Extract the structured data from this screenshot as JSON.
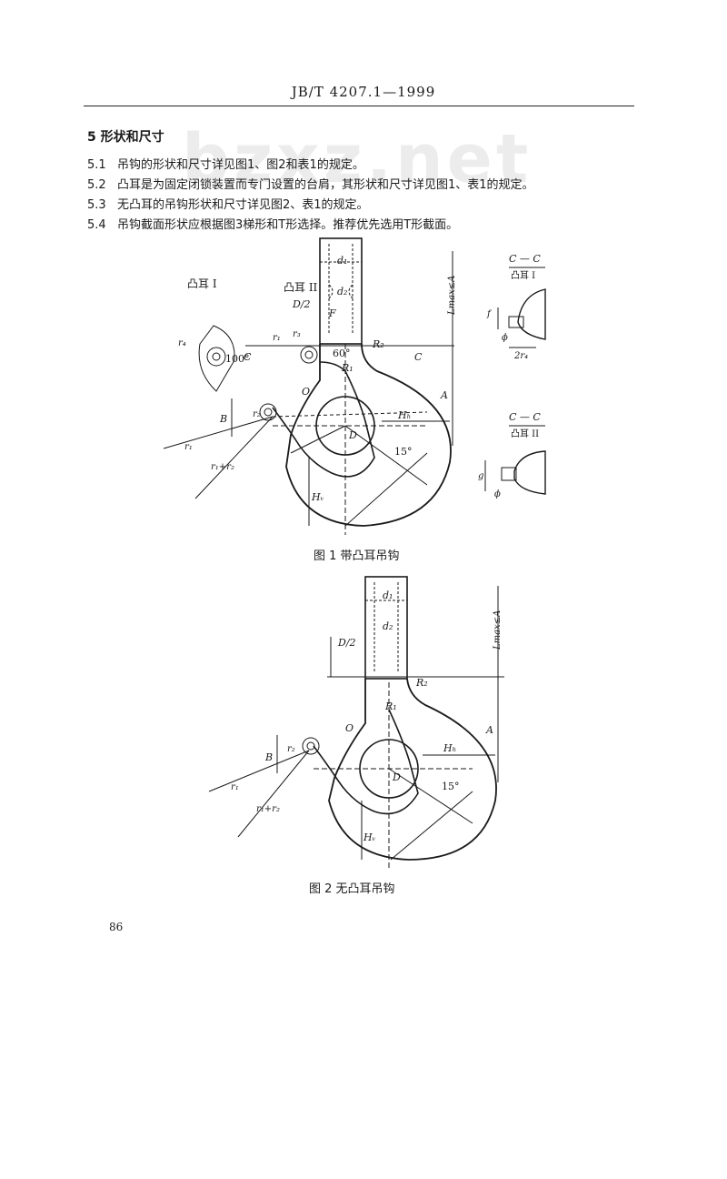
{
  "header": {
    "standard_no": "JB/T 4207.1—1999"
  },
  "watermark": "bzxz.net",
  "section": {
    "title": "5  形状和尺寸"
  },
  "clauses": [
    {
      "num": "5.1",
      "text": "吊钩的形状和尺寸详见图1、图2和表1的规定。"
    },
    {
      "num": "5.2",
      "text": "凸耳是为固定闭锁装置而专门设置的台肩，其形状和尺寸详见图1、表1的规定。"
    },
    {
      "num": "5.3",
      "text": "无凸耳的吊钩形状和尺寸详见图2、表1的规定。"
    },
    {
      "num": "5.4",
      "text": "吊钩截面形状应根据图3梯形和T形选择。推荐优先选用T形截面。"
    }
  ],
  "figure1": {
    "caption": "图 1   带凸耳吊钩",
    "labels": {
      "lug1": "凸耳 I",
      "lug2": "凸耳 II",
      "d1": "d₁",
      "d2": "d₂",
      "D2": "D/2",
      "F": "F",
      "r1": "r₁",
      "r2": "r₂",
      "r3": "r₃",
      "r4": "r₄",
      "R1": "R₁",
      "R2": "R₂",
      "angle60": "60°",
      "angle100": "100°",
      "angle15": "15°",
      "C": "C",
      "O": "O",
      "D": "D",
      "B": "B",
      "A": "A",
      "Hh": "Hₕ",
      "Hv": "Hᵥ",
      "r1r2": "r₁+r₂",
      "Lmax": "Lmax≤A",
      "f": "f",
      "g": "g",
      "phi": "ϕ",
      "sec1": "C — C",
      "sec1_sub": "凸耳 I",
      "sec2": "C — C",
      "sec2_sub": "凸耳 II",
      "r4x2": "2r₄"
    }
  },
  "figure2": {
    "caption": "图 2   无凸耳吊钩",
    "labels": {
      "d1": "d₁",
      "d2": "d₂",
      "D2": "D/2",
      "R1": "R₁",
      "R2": "R₂",
      "O": "O",
      "D": "D",
      "B": "B",
      "A": "A",
      "Hh": "Hₕ",
      "Hv": "Hᵥ",
      "r1": "r₁",
      "r2": "r₂",
      "r1r2": "r₁+r₂",
      "angle15": "15°",
      "Lmax": "Lmax≤A"
    }
  },
  "page_number": "86"
}
